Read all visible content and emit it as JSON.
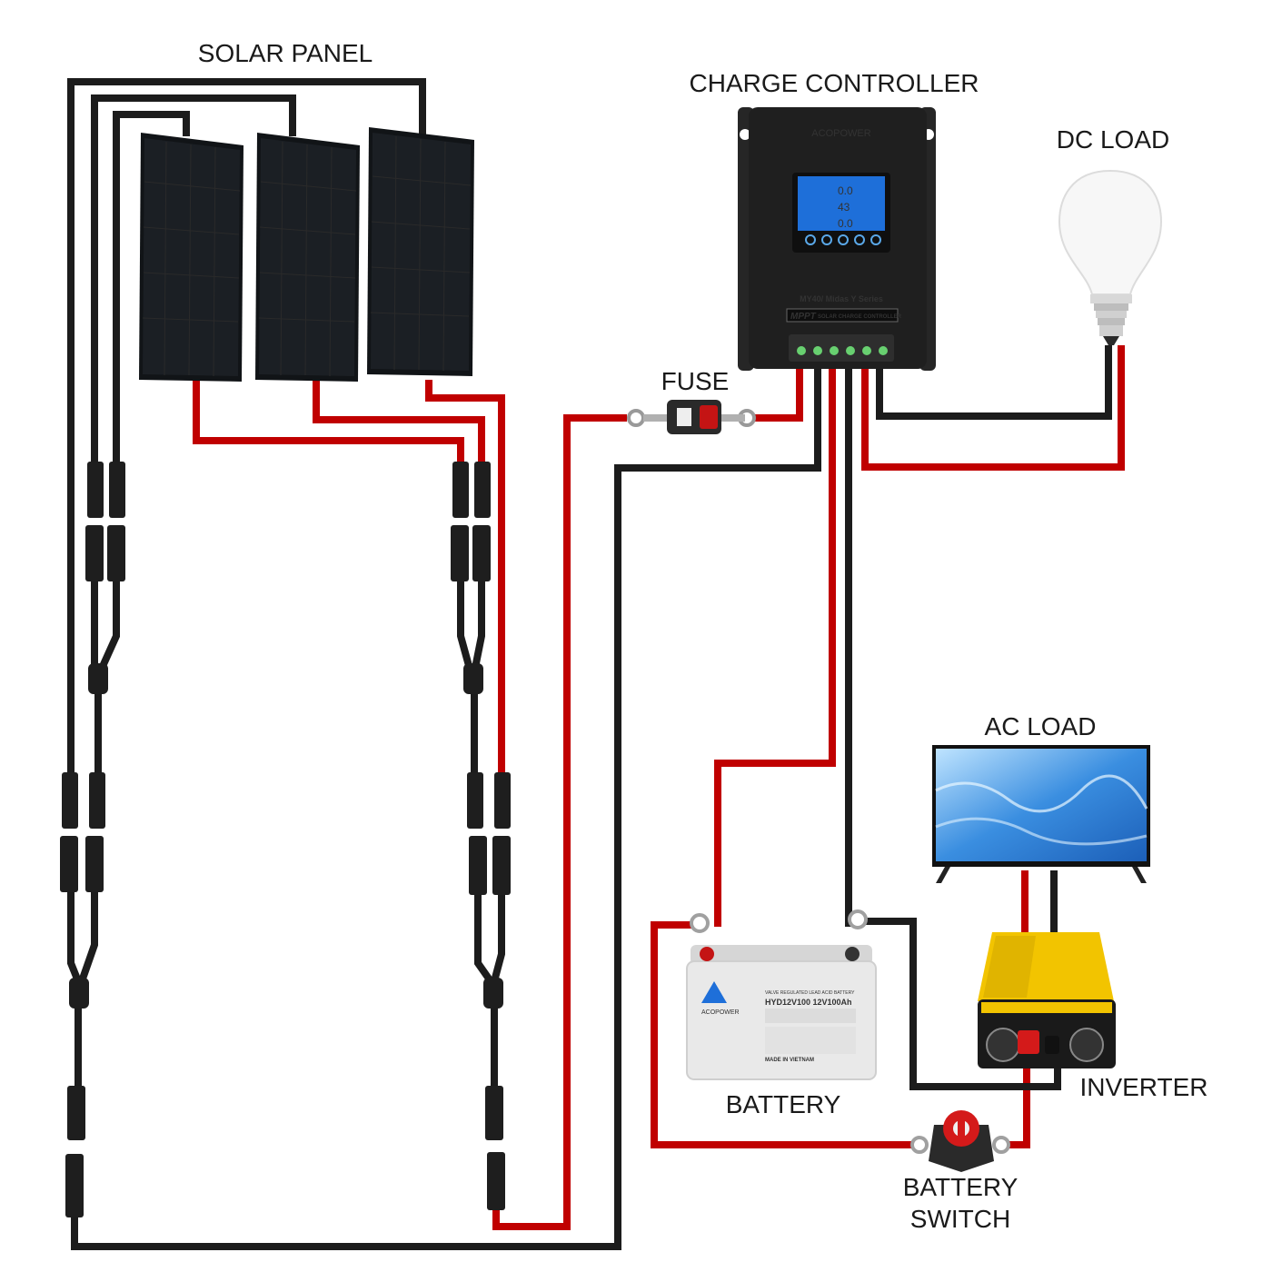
{
  "labels": {
    "solar_panel": "SOLAR PANEL",
    "charge_controller": "CHARGE CONTROLLER",
    "dc_load": "DC LOAD",
    "fuse": "FUSE",
    "ac_load": "AC LOAD",
    "battery": "BATTERY",
    "inverter": "INVERTER",
    "battery_switch_line1": "BATTERY",
    "battery_switch_line2": "SWITCH"
  },
  "controller": {
    "brand": "ACOPOWER",
    "model": "MY40/ Midas Y Series",
    "mppt": "MPPT",
    "product": "SOLAR CHARGE CONTROLLER",
    "lcd_rows": [
      "0.0",
      "43",
      "0.0"
    ]
  },
  "battery_unit": {
    "brand": "ACOPOWER",
    "header": "VALVE REGULATED LEAD ACID BATTERY",
    "model": "HYD12V100 12V100Ah",
    "origin": "MADE IN VIETNAM"
  },
  "colors": {
    "positive_wire": "#c00000",
    "negative_wire": "#1c1c1c",
    "lcd_screen": "#1e6fd9",
    "inverter_body": "#f2c400",
    "switch_knob": "#d41a1a"
  },
  "icons": [
    "bulb-icon",
    "tv-icon",
    "fuse-icon"
  ]
}
